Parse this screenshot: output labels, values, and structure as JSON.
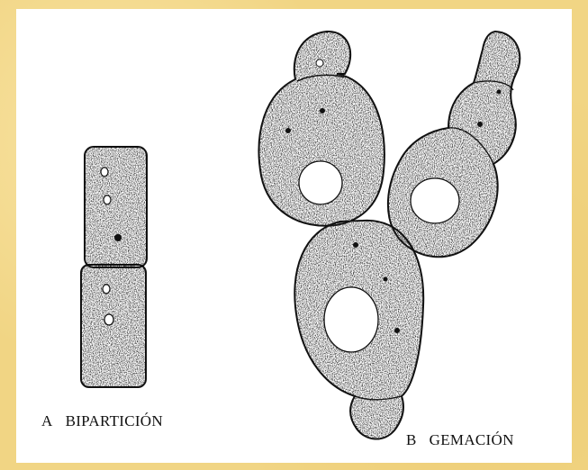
{
  "labels": {
    "a": {
      "letter": "A",
      "text": "BIPARTICIÓN"
    },
    "b": {
      "letter": "B",
      "text": "GEMACIÓN"
    }
  },
  "colors": {
    "frame": "#f1d584",
    "panel": "#ffffff",
    "ink": "#111111"
  }
}
